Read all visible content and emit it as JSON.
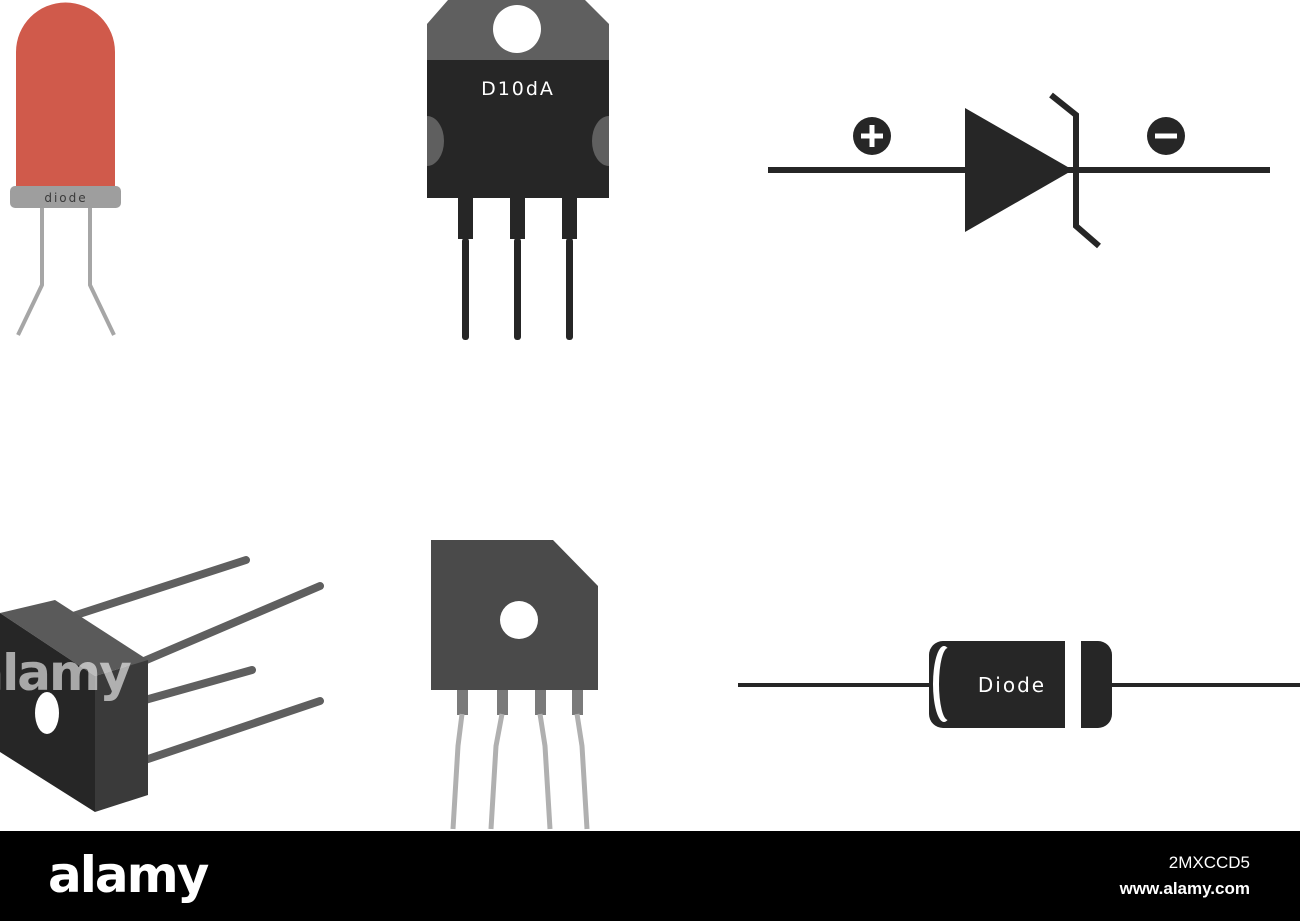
{
  "components": {
    "led": {
      "label": "diode",
      "color": "#d05a4b"
    },
    "power_package": {
      "label": "D10dA"
    },
    "zener_symbol": {
      "plus": "+",
      "minus": "−"
    },
    "axial": {
      "label": "Diode"
    },
    "bridge": {},
    "bridge_square": {}
  },
  "watermark": {
    "text": "alamy"
  },
  "footer": {
    "logo": "alamy",
    "image_code": "2MXCCD5",
    "site": "www.alamy.com"
  },
  "colors": {
    "body_dark": "#262626",
    "tab_gray": "#5f5f5f",
    "lead_gray": "#a6a6a6",
    "bridge_gray": "#4a4a4a"
  }
}
